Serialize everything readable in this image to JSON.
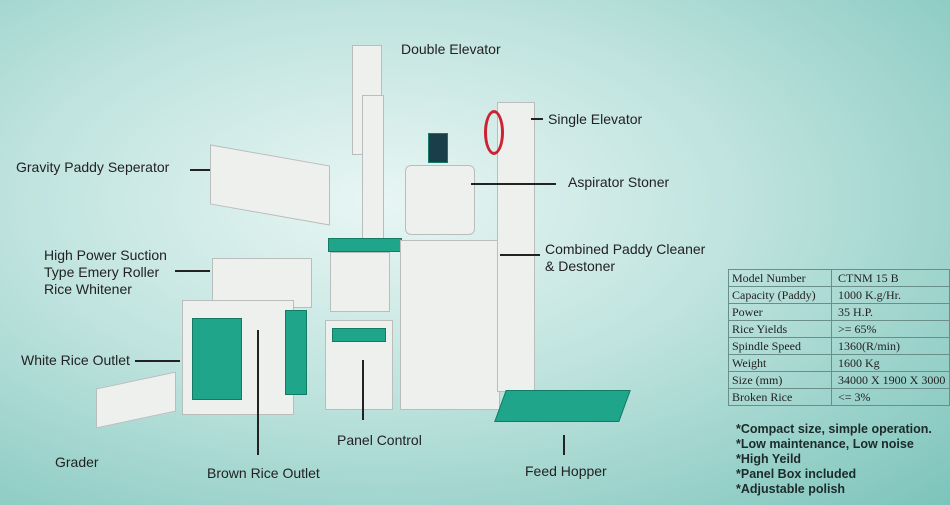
{
  "labels": {
    "double_elevator": "Double Elevator",
    "single_elevator": "Single Elevator",
    "gravity_separator": "Gravity Paddy Seperator",
    "aspirator_stoner": "Aspirator Stoner",
    "combined_cleaner_1": "Combined Paddy Cleaner",
    "combined_cleaner_2": "& Destoner",
    "whitener_1": "High Power Suction",
    "whitener_2": "Type Emery Roller",
    "whitener_3": "Rice Whitener",
    "white_rice_outlet": "White Rice Outlet",
    "grader": "Grader",
    "brown_rice_outlet": "Brown Rice Outlet",
    "panel_control": "Panel Control",
    "feed_hopper": "Feed Hopper"
  },
  "specs": [
    {
      "name": "Model Number",
      "value": "CTNM 15 B"
    },
    {
      "name": "Capacity (Paddy)",
      "value": "1000 K.g/Hr."
    },
    {
      "name": "Power",
      "value": "35 H.P."
    },
    {
      "name": "Rice Yields",
      "value": ">= 65%"
    },
    {
      "name": "Spindle Speed",
      "value": "1360(R/min)"
    },
    {
      "name": "Weight",
      "value": "1600 Kg"
    },
    {
      "name": "Size (mm)",
      "value": "34000 X 1900 X 3000"
    },
    {
      "name": "Broken Rice",
      "value": "<= 3%"
    }
  ],
  "features": [
    "*Compact size, simple operation.",
    "*Low maintenance, Low noise",
    "*High Yeild",
    "*Panel Box included",
    "*Adjustable polish"
  ],
  "colors": {
    "accent": "#1fa58a",
    "background": "#bfe3de"
  }
}
